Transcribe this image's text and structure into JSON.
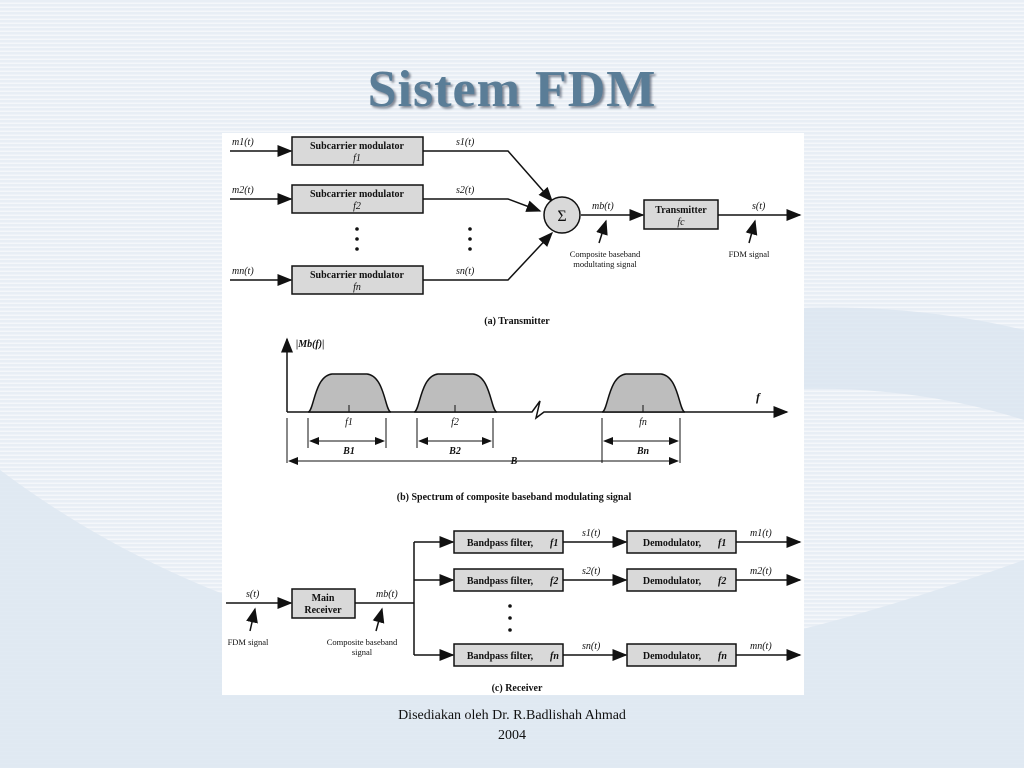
{
  "slide": {
    "title": "Sistem FDM",
    "footer_line1": "Disediakan oleh Dr. R.Badlishah Ahmad",
    "footer_line2": "2004",
    "title_color": "#5a7d97",
    "background_color": "#e8eef5"
  },
  "transmitter": {
    "inputs": [
      "m1(t)",
      "m2(t)",
      "mn(t)"
    ],
    "modulator_label": "Subcarrier modulator",
    "modulator_freqs": [
      "f1",
      "f2",
      "fn"
    ],
    "outputs": [
      "s1(t)",
      "s2(t)",
      "sn(t)"
    ],
    "summer_symbol": "Σ",
    "composite_signal": "mb(t)",
    "composite_note_line1": "Composite baseband",
    "composite_note_line2": "modultating signal",
    "transmitter_label": "Transmitter",
    "carrier_freq": "fc",
    "output_signal": "s(t)",
    "output_note": "FDM signal",
    "caption": "(a) Transmitter"
  },
  "spectrum": {
    "y_label": "|Mb(f)|",
    "x_label": "f",
    "bands": [
      "f1",
      "f2",
      "fn"
    ],
    "bandwidths": [
      "B1",
      "B2",
      "Bn"
    ],
    "total_bandwidth": "B",
    "caption": "(b) Spectrum of composite baseband modulating signal"
  },
  "receiver": {
    "input_signal": "s(t)",
    "input_note": "FDM signal",
    "main_receiver_line1": "Main",
    "main_receiver_line2": "Receiver",
    "composite_signal": "mb(t)",
    "composite_note_line1": "Composite baseband",
    "composite_note_line2": "signal",
    "filter_label": "Bandpass filter,",
    "filter_freqs": [
      "f1",
      "f2",
      "fn"
    ],
    "filter_outputs": [
      "s1(t)",
      "s2(t)",
      "sn(t)"
    ],
    "demod_label": "Demodulator,",
    "demod_freqs": [
      "f1",
      "f2",
      "fn"
    ],
    "outputs": [
      "m1(t)",
      "m2(t)",
      "mn(t)"
    ],
    "caption": "(c) Receiver"
  }
}
